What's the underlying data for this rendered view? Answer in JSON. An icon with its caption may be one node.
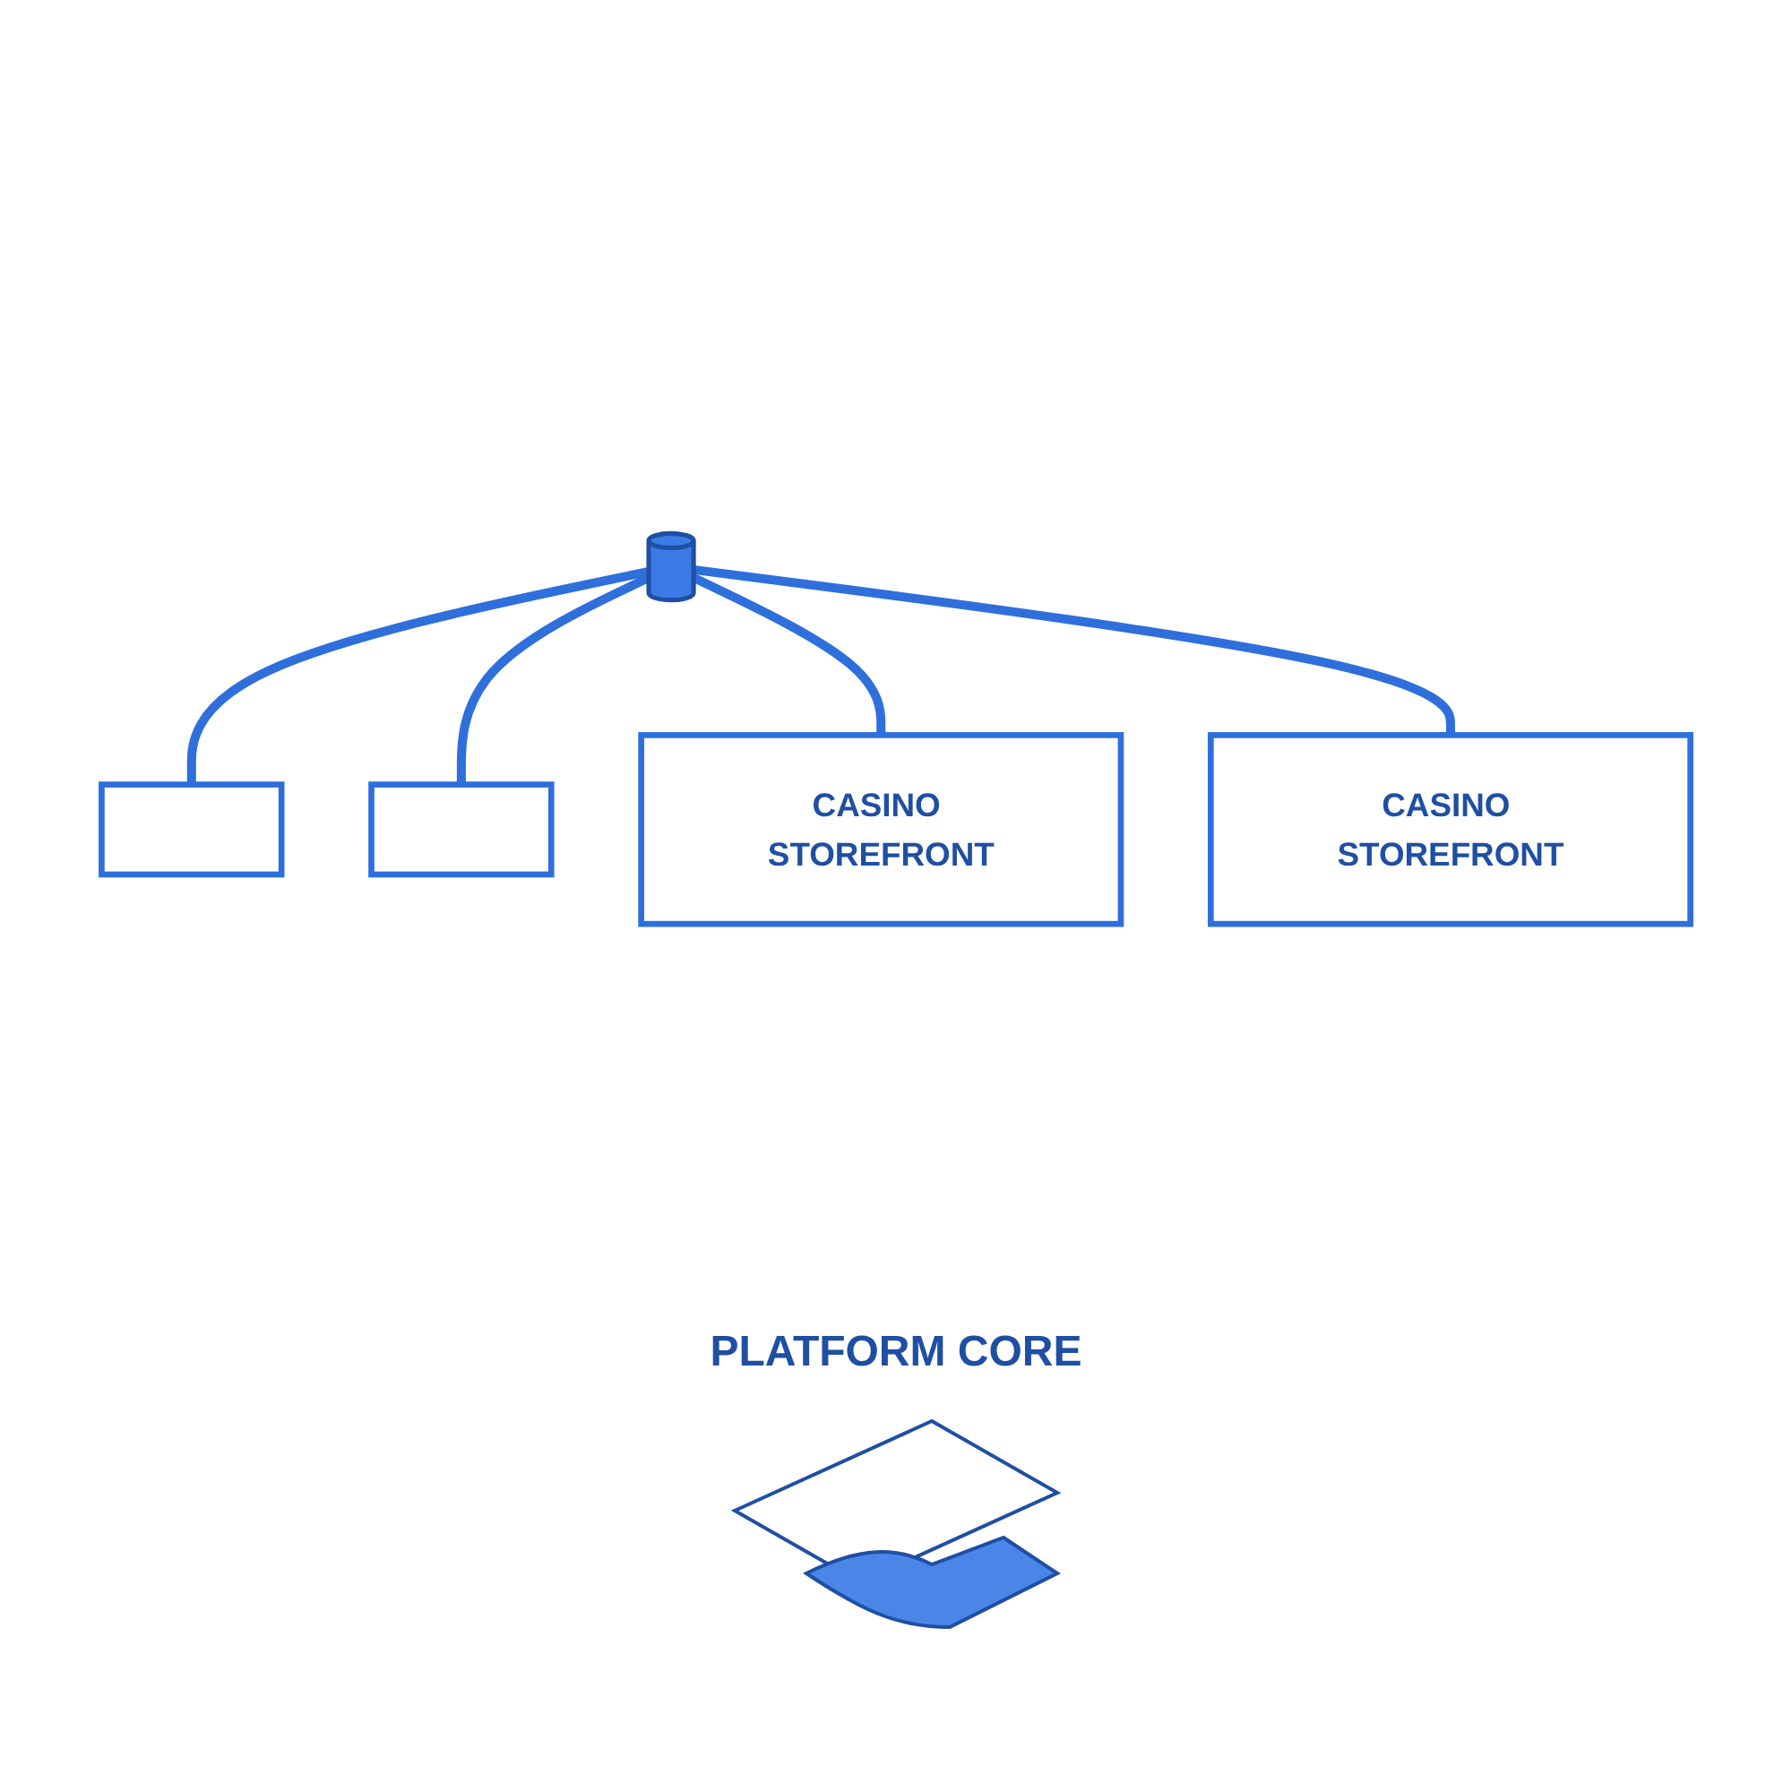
{
  "diagram": {
    "nodes": [
      {
        "text": [],
        "shape": "box"
      },
      {
        "text": [],
        "shape": "box"
      },
      {
        "text": [],
        "shape": "cylinder"
      },
      {
        "text": [
          "CASINO STOREFRONT"
        ]
      },
      {
        "text": [
          "CASINO STOREFRONT"
        ]
      }
    ],
    "edges": [
      {
        "from": 2,
        "to": 0,
        "arrow": "none"
      },
      {
        "from": 2,
        "to": 1,
        "arrow": "none"
      },
      {
        "from": 2,
        "to": 3,
        "arrow": "none"
      },
      {
        "from": 2,
        "to": 4,
        "arrow": "none"
      }
    ],
    "labels": [
      "PLATFORM CORE"
    ]
  }
}
